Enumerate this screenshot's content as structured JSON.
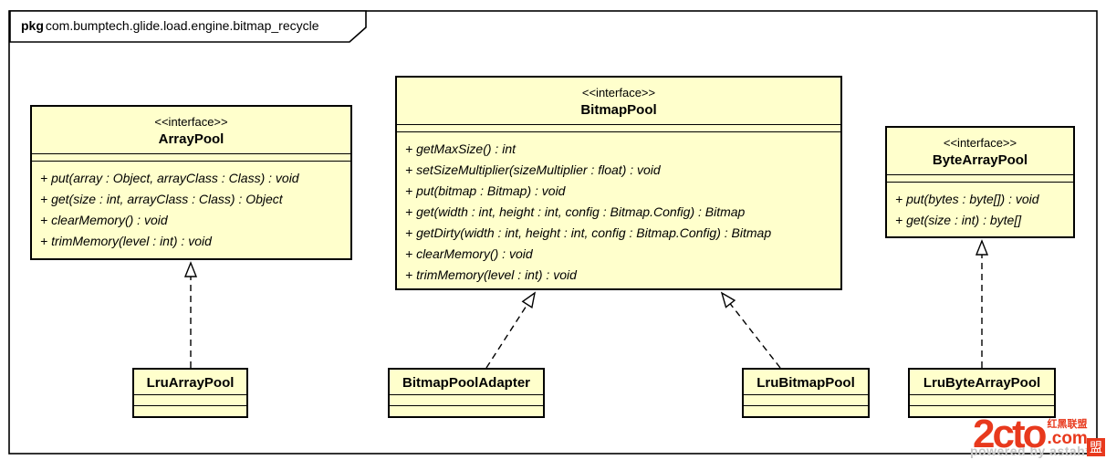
{
  "package": {
    "keyword": "pkg",
    "name": "com.bumptech.glide.load.engine.bitmap_recycle"
  },
  "colors": {
    "box_fill": "#ffffcc",
    "box_border": "#000000",
    "frame_border": "#000000",
    "background": "#ffffff",
    "watermark_red": "#e8391d",
    "watermark_gray": "#c6c6c6"
  },
  "interfaces": [
    {
      "stereotype": "<<interface>>",
      "name": "ArrayPool",
      "methods": [
        "+ put(array : Object, arrayClass : Class) : void",
        "+ get(size : int, arrayClass : Class) : Object",
        "+ clearMemory() : void",
        "+ trimMemory(level : int) : void"
      ]
    },
    {
      "stereotype": "<<interface>>",
      "name": "BitmapPool",
      "methods": [
        "+ getMaxSize() : int",
        "+ setSizeMultiplier(sizeMultiplier : float) : void",
        "+ put(bitmap : Bitmap) : void",
        "+ get(width : int, height : int, config : Bitmap.Config) : Bitmap",
        "+ getDirty(width : int, height : int, config : Bitmap.Config) : Bitmap",
        "+ clearMemory() : void",
        "+ trimMemory(level : int) : void"
      ]
    },
    {
      "stereotype": "<<interface>>",
      "name": "ByteArrayPool",
      "methods": [
        "+ put(bytes : byte[]) : void",
        "+ get(size : int) : byte[]"
      ]
    }
  ],
  "classes": [
    {
      "name": "LruArrayPool"
    },
    {
      "name": "BitmapPoolAdapter"
    },
    {
      "name": "LruBitmapPool"
    },
    {
      "name": "LruByteArrayPool"
    }
  ],
  "relations": [
    {
      "from": "LruArrayPool",
      "to": "ArrayPool",
      "type": "realization"
    },
    {
      "from": "BitmapPoolAdapter",
      "to": "BitmapPool",
      "type": "realization"
    },
    {
      "from": "LruBitmapPool",
      "to": "BitmapPool",
      "type": "realization"
    },
    {
      "from": "LruByteArrayPool",
      "to": "ByteArrayPool",
      "type": "realization"
    }
  ],
  "watermark": {
    "logo_text": "2cto",
    "alliance_text": "红黑联盟",
    "domain": ".com",
    "seal_char": "盟",
    "powered_by": "powered by astah*"
  }
}
